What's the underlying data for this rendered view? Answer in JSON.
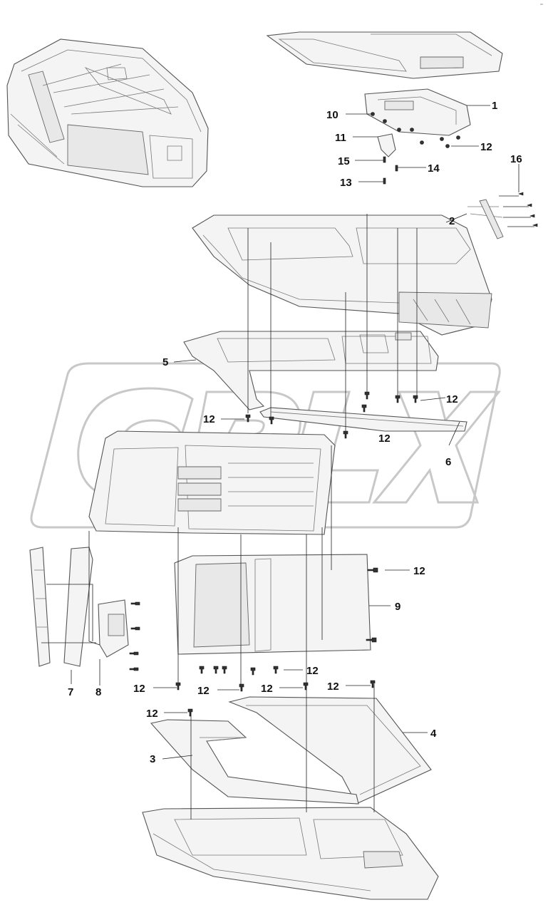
{
  "corner_mark": "ᵒᵒ",
  "callouts": {
    "c1": "1",
    "c2": "2",
    "c3": "3",
    "c4": "4",
    "c5": "5",
    "c6": "6",
    "c7": "7",
    "c8": "8",
    "c9": "9",
    "c10": "10",
    "c11": "11",
    "c12": "12",
    "c13": "13",
    "c14": "14",
    "c15": "15",
    "c16": "16"
  },
  "watermark": {
    "logo": "CPLX",
    "color": "#c8c8c8"
  }
}
